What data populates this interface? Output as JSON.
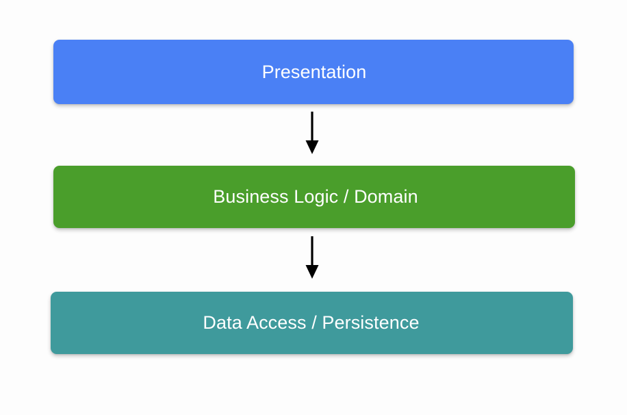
{
  "diagram": {
    "type": "layered-architecture-flow",
    "background_color": "#fdfdfd",
    "arrow_color": "#000000",
    "text_color": "#ffffff",
    "layers": [
      {
        "id": "presentation",
        "label": "Presentation",
        "color": "#4a80f5"
      },
      {
        "id": "business-logic",
        "label": "Business Logic / Domain",
        "color": "#4a9e2b"
      },
      {
        "id": "data-access",
        "label": "Data Access / Persistence",
        "color": "#3f9a9c"
      }
    ],
    "connectors": [
      {
        "id": "presentation-to-business",
        "from": "presentation",
        "to": "business-logic",
        "direction": "down",
        "style": "solid-filled-arrowhead"
      },
      {
        "id": "business-to-data",
        "from": "business-logic",
        "to": "data-access",
        "direction": "down",
        "style": "solid-filled-arrowhead"
      }
    ]
  }
}
